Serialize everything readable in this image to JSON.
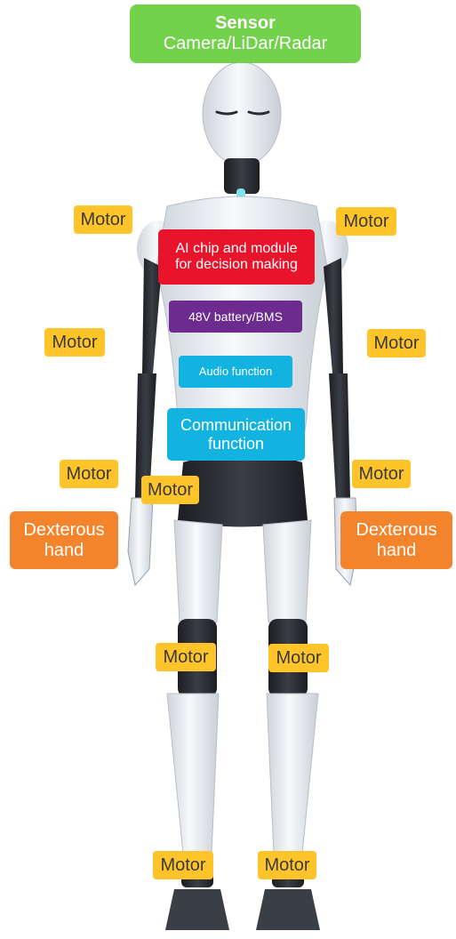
{
  "sensor": {
    "title": "Sensor",
    "subtitle": "Camera/LiDar/Radar"
  },
  "modules": {
    "ai": {
      "line1": "AI chip and module",
      "line2": "for decision making"
    },
    "battery": "48V battery/BMS",
    "audio": "Audio function",
    "communication": {
      "line1": "Communication",
      "line2": "function"
    }
  },
  "motors": {
    "shoulder_left": "Motor",
    "shoulder_right": "Motor",
    "elbow_left": "Motor",
    "elbow_right": "Motor",
    "wrist_left": "Motor",
    "wrist_right": "Motor",
    "hip": "Motor",
    "knee_left": "Motor",
    "knee_right": "Motor",
    "ankle_left": "Motor",
    "ankle_right": "Motor"
  },
  "hands": {
    "left": {
      "line1": "Dexterous",
      "line2": "hand"
    },
    "right": {
      "line1": "Dexterous",
      "line2": "hand"
    }
  },
  "colors": {
    "sensor": "#73d14b",
    "motor": "#ffc42a",
    "hand": "#f4842c",
    "ai": "#e8142c",
    "battery": "#6d2b8f",
    "audio_comm": "#12b3e0",
    "robot_body": "#e8ecf1",
    "robot_joint": "#2a2d33",
    "eye_light": "#7fe3f2"
  }
}
